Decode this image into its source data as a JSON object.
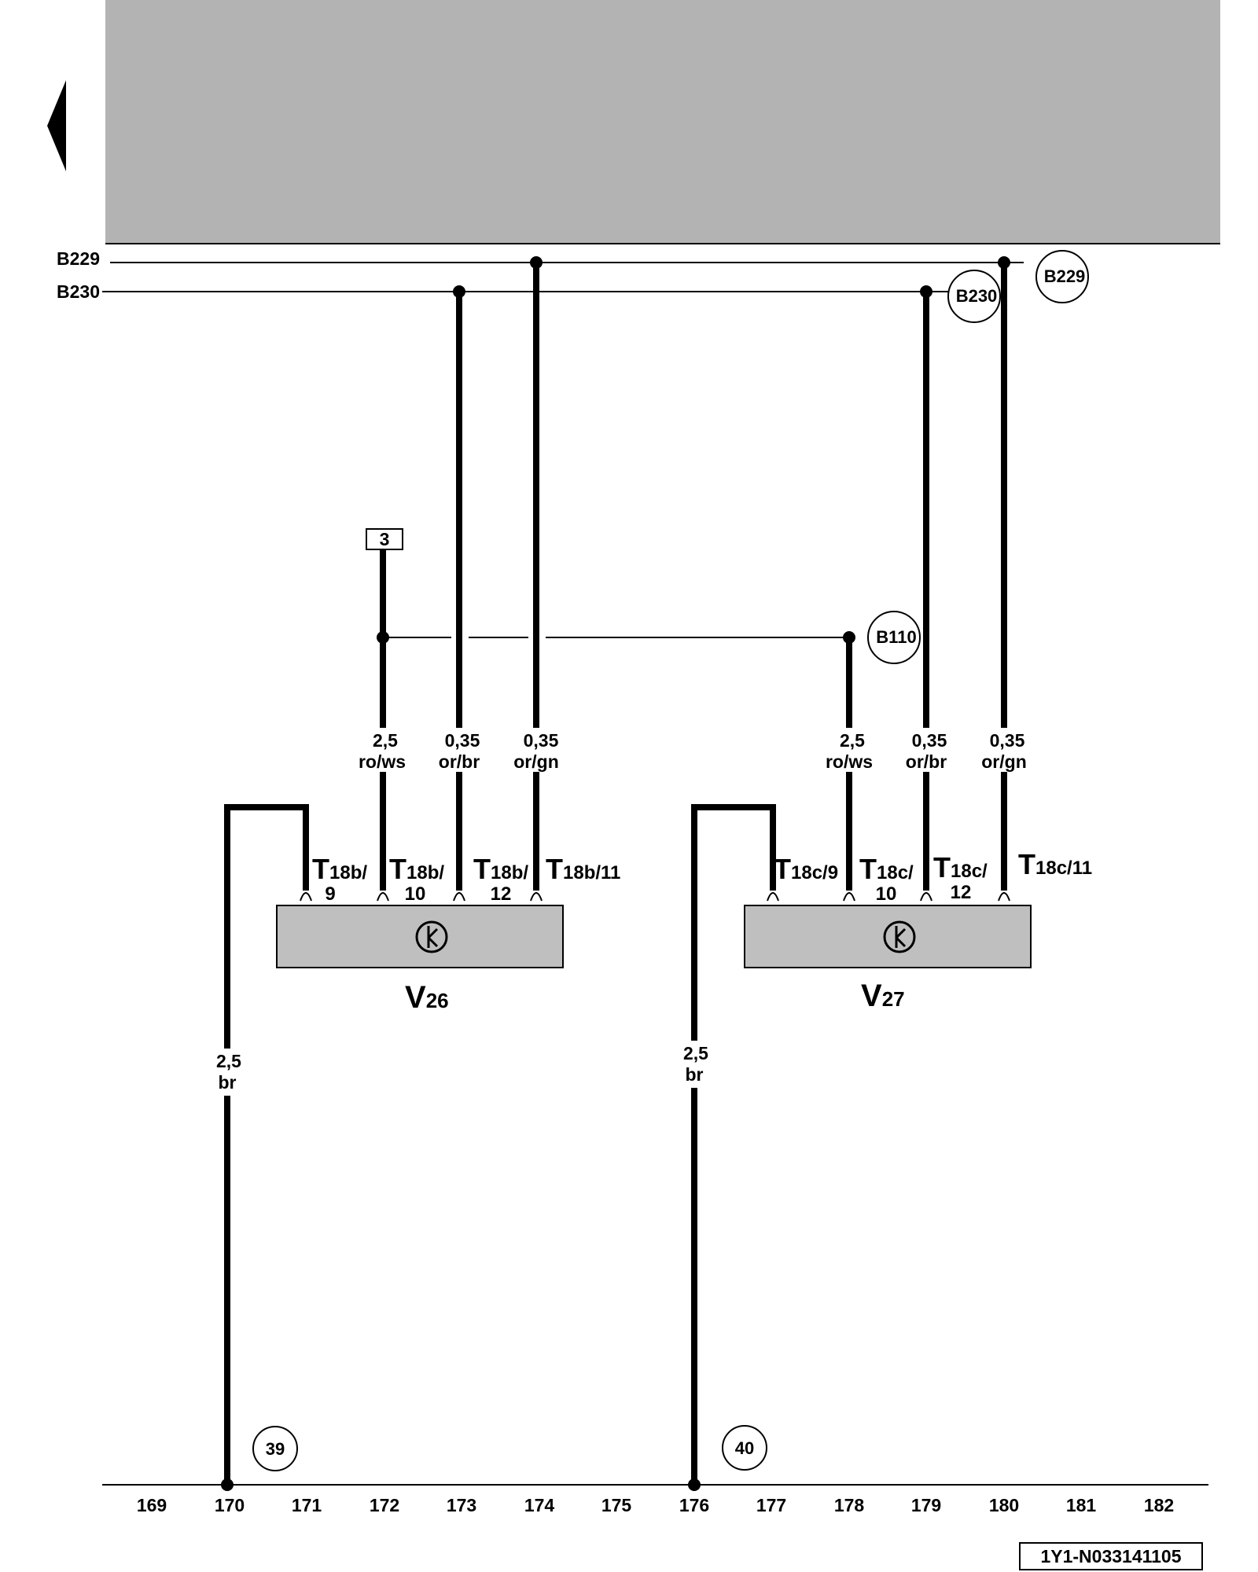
{
  "buses": {
    "b229": "B229",
    "b230": "B230"
  },
  "connectors": {
    "b229": "B229",
    "b230": "B230",
    "b110": "B110",
    "ground_39": "39",
    "ground_40": "40"
  },
  "ref_box": "3",
  "wires": {
    "w1": {
      "size": "2,5",
      "color": "ro/ws"
    },
    "w2": {
      "size": "0,35",
      "color": "or/br"
    },
    "w3": {
      "size": "0,35",
      "color": "or/gn"
    },
    "w4": {
      "size": "2,5",
      "color": "ro/ws"
    },
    "w5": {
      "size": "0,35",
      "color": "or/br"
    },
    "w6": {
      "size": "0,35",
      "color": "or/gn"
    },
    "g1": {
      "size": "2,5",
      "color": "br"
    },
    "g2": {
      "size": "2,5",
      "color": "br"
    }
  },
  "terminals": {
    "v26": {
      "t9": {
        "main": "T",
        "sub": "18b/",
        "pin": "9"
      },
      "t10": {
        "main": "T",
        "sub": "18b/",
        "pin": "10"
      },
      "t12": {
        "main": "T",
        "sub": "18b/",
        "pin": "12"
      },
      "t11": {
        "main": "T",
        "sub": "18b/11"
      }
    },
    "v27": {
      "t9": {
        "main": "T",
        "sub": "18c/9"
      },
      "t10": {
        "main": "T",
        "sub": "18c/",
        "pin": "10"
      },
      "t12": {
        "main": "T",
        "sub": "18c/",
        "pin": "12"
      },
      "t11": {
        "main": "T",
        "sub": "18c/11"
      }
    }
  },
  "components": {
    "v26": {
      "main": "V",
      "sub": "26"
    },
    "v27": {
      "main": "V",
      "sub": "27"
    }
  },
  "grid_numbers": [
    "169",
    "170",
    "171",
    "172",
    "173",
    "174",
    "175",
    "176",
    "177",
    "178",
    "179",
    "180",
    "181",
    "182"
  ],
  "doc_id": "1Y1-N033141105",
  "icons": [
    "nav-back-triangle-icon",
    "motor-symbol-icon"
  ],
  "colors": {
    "header_band": "#b3b3b3",
    "component_fill": "#bfbfbf",
    "line": "#000000"
  }
}
